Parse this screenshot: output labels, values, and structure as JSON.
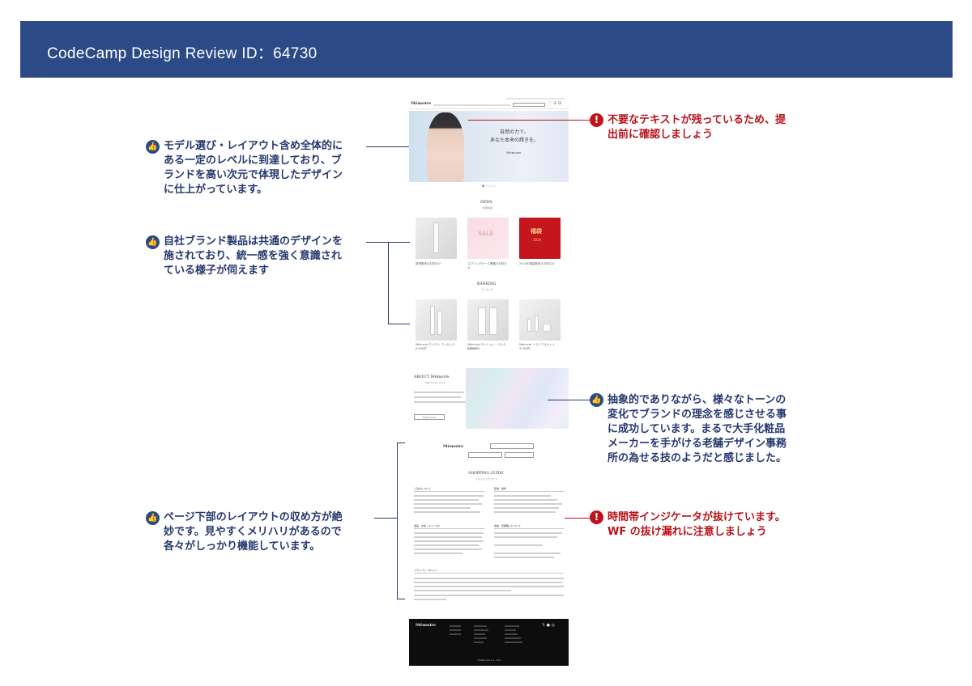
{
  "header": {
    "title": "CodeCamp Design Review ID：64730"
  },
  "comments": {
    "left1": {
      "badge": "👍",
      "lines": [
        "モデル選び・レイアウト含め全体的に",
        "ある一定のレベルに到達しており、ブ",
        "ランドを高い次元で体現したデザイン",
        "に仕上がっています。"
      ]
    },
    "left2": {
      "badge": "👍",
      "lines": [
        "自社ブランド製品は共通のデザインを",
        "施されており、統一感を強く意識され",
        "ている様子が伺えます"
      ]
    },
    "left3": {
      "badge": "👍",
      "lines": [
        "ページ下部のレイアウトの収め方が絶",
        "妙です。見やすくメリハリがあるので",
        "各々がしっかり機能しています。"
      ]
    },
    "right1": {
      "badge": "!",
      "lines": [
        "不要なテキストが残っているため、提",
        "出前に確認しましょう"
      ]
    },
    "right2": {
      "badge": "👍",
      "lines": [
        "抽象的でありながら、様々なトーンの",
        "変化でブランドの理念を感じさせる事",
        "に成功しています。まるで大手化粧品",
        "メーカーを手がける老舗デザイン事務",
        "所の為せる技のようだと感じました。"
      ]
    },
    "right3": {
      "badge": "!",
      "lines": [
        "時間帯インジケータが抜けています。",
        "WF の抜け漏れに注意しましょう"
      ]
    }
  },
  "mockup": {
    "brand": "Mémoire",
    "hero_copy": [
      "自然の力で、",
      "あなた本来の輝きを。"
    ],
    "hero_brand": "Mémoire",
    "news_title": "NEWS",
    "news_sub": "新着情報",
    "news_items": [
      {
        "label": "新規販売のお知らせ"
      },
      {
        "label": "スプリングセール開催のお知らせ"
      },
      {
        "label": "2024年福袋販売のお知らせ"
      }
    ],
    "sale_text": "SALE",
    "fukubukuro_text": "福袋",
    "fukubukuro_year": "2024",
    "ranking_title": "RANKING",
    "ranking_sub": "ランキング",
    "ranking_items": [
      {
        "label": "Mémoire モイスト エッセンス",
        "price": "6,600円"
      },
      {
        "label": "Mémoire ローション・ミルク 2点セット",
        "price": "8,800円"
      },
      {
        "label": "Mémoire トライアルセット",
        "price": "3,300円"
      }
    ],
    "about_title": "ABOUT Mémoire",
    "about_sub": "Mémoireについて",
    "about_button": "View more",
    "guide_title": "SHOPPING GUIDE",
    "guide_sub": "ショッピングガイド",
    "guide_sections": [
      "ご注文について",
      "配送・送料",
      "返品・交換・キャンセル",
      "会員・定期購入について"
    ],
    "guide_privacy": "プライバシーポリシー",
    "footer_brand": "Mémoire",
    "footer_copy": "©Mémoire Co., Ltd."
  }
}
